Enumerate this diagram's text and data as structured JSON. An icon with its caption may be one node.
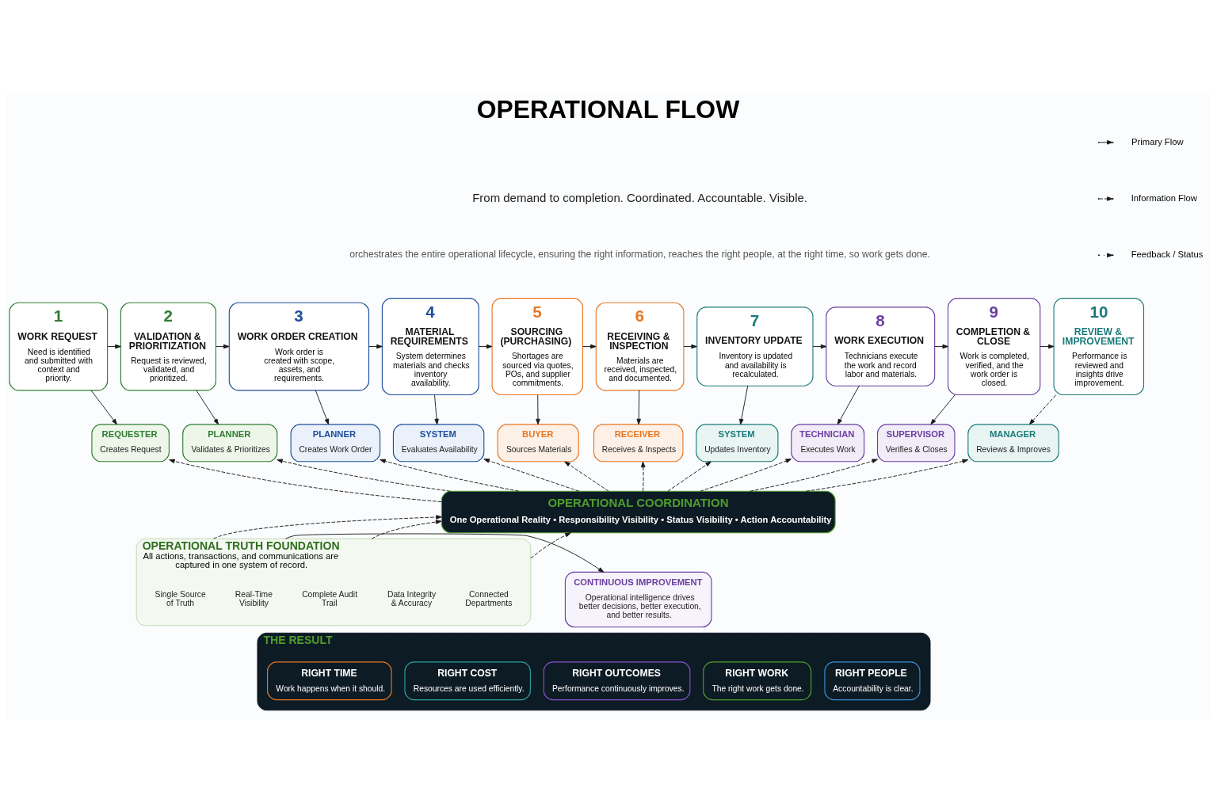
{
  "diagram": {
    "title": "OPERATIONAL FLOW",
    "nodes": [
      {
        "text": [
          "1",
          "WORK REQUEST",
          "Need is identified and submitted with context and priority."
        ]
      },
      {
        "text": [
          "2",
          "VALIDATION & PRIORITIZATION",
          "Request is reviewed, validated, and prioritized."
        ]
      },
      {
        "text": [
          "3",
          "WORK ORDER CREATION",
          "Work order is created with scope, assets, and requirements."
        ]
      },
      {
        "text": [
          "4",
          "MATERIAL REQUIREMENTS",
          "System determines materials and checks inventory availability."
        ]
      },
      {
        "text": [
          "5",
          "SOURCING (PURCHASING)",
          "Shortages are sourced via quotes, POs, and supplier commitments."
        ]
      },
      {
        "text": [
          "6",
          "RECEIVING & INSPECTION",
          "Materials are received, inspected, and documented."
        ]
      },
      {
        "text": [
          "7",
          "INVENTORY UPDATE",
          "Inventory is updated and availability is recalculated."
        ]
      },
      {
        "text": [
          "8",
          "WORK EXECUTION",
          "Technicians execute the work and record labor and materials."
        ]
      },
      {
        "text": [
          "9",
          "COMPLETION & CLOSE",
          "Work is completed, verified, and the work order is closed."
        ]
      },
      {
        "text": [
          "10",
          "REVIEW & IMPROVEMENT",
          "Performance is reviewed and insights drive improvement."
        ]
      },
      {
        "text": [
          "REQUESTER",
          "Creates Request"
        ]
      },
      {
        "text": [
          "PLANNER",
          "Validates & Prioritizes"
        ]
      },
      {
        "text": [
          "PLANNER",
          "Creates Work Order"
        ]
      },
      {
        "text": [
          "SYSTEM",
          "Evaluates Availability"
        ]
      },
      {
        "text": [
          "BUYER",
          "Sources Materials"
        ]
      },
      {
        "text": [
          "RECEIVER",
          "Receives & Inspects"
        ]
      },
      {
        "text": [
          "SYSTEM",
          "Updates Inventory"
        ]
      },
      {
        "text": [
          "TECHNICIAN",
          "Executes Work"
        ]
      },
      {
        "text": [
          "SUPERVISOR",
          "Verifies & Closes"
        ]
      },
      {
        "text": [
          "MANAGER",
          "Reviews & Improves"
        ]
      },
      {
        "text": [
          "OPERATIONAL COORDINATION",
          "One Operational Reality • Responsibility Visibility • Status Visibility • Action Accountability"
        ]
      },
      {
        "text": [
          "OPERATIONAL TRUTH FOUNDATION",
          "All actions, transactions, and communications are captured in one system of record."
        ]
      },
      {
        "text": [
          "Single Source of Truth"
        ],
        "in": 21
      },
      {
        "text": [
          "Real-Time Visibility"
        ],
        "in": 21
      },
      {
        "text": [
          "Complete Audit Trail"
        ],
        "in": 21
      },
      {
        "text": [
          "Data Integrity & Accuracy"
        ],
        "in": 21
      },
      {
        "text": [
          "Connected Departments"
        ],
        "in": 21
      },
      {
        "text": [
          "CONTINUOUS IMPROVEMENT",
          "Operational intelligence drives better decisions, better execution, and better results."
        ]
      },
      {
        "text": [
          "THE RESULT"
        ]
      },
      {
        "text": [
          "RIGHT WORK",
          "The right work gets done."
        ],
        "in": 28
      },
      {
        "text": [
          "RIGHT PEOPLE",
          "Accountability is clear."
        ],
        "in": 28
      },
      {
        "text": [
          "RIGHT TIME",
          "Work happens when it should."
        ],
        "in": 28
      },
      {
        "text": [
          "RIGHT COST",
          "Resources are used efficiently."
        ],
        "in": 28
      },
      {
        "text": [
          "RIGHT OUTCOMES",
          "Performance continuously improves."
        ],
        "in": 28
      }
    ],
    "edges": [
      {
        "from": 0,
        "to": 1,
        "arrow": "to"
      },
      {
        "from": 1,
        "to": 2,
        "arrow": "to"
      },
      {
        "from": 2,
        "to": 3,
        "arrow": "to"
      },
      {
        "from": 3,
        "to": 4,
        "arrow": "to"
      },
      {
        "from": 4,
        "to": 5,
        "arrow": "to"
      },
      {
        "from": 5,
        "to": 6,
        "arrow": "to"
      },
      {
        "from": 6,
        "to": 7,
        "arrow": "to"
      },
      {
        "from": 7,
        "to": 8,
        "arrow": "to"
      },
      {
        "from": 8,
        "to": 9,
        "arrow": "to"
      },
      {
        "from": 0,
        "to": 10,
        "arrow": "to"
      },
      {
        "from": 1,
        "to": 11,
        "arrow": "to"
      },
      {
        "from": 2,
        "to": 12,
        "arrow": "to"
      },
      {
        "from": 3,
        "to": 13,
        "arrow": "to"
      },
      {
        "from": 4,
        "to": 14,
        "arrow": "to"
      },
      {
        "from": 5,
        "to": 15,
        "arrow": "to"
      },
      {
        "from": 6,
        "to": 16,
        "arrow": "to"
      },
      {
        "from": 7,
        "to": 17,
        "arrow": "to"
      },
      {
        "from": 8,
        "to": 18,
        "arrow": "to"
      },
      {
        "from": 9,
        "to": 19,
        "arrow": "to",
        "style": "dashed"
      },
      {
        "from": 20,
        "to": 10,
        "arrow": "to",
        "style": "dashed"
      },
      {
        "from": 20,
        "to": 11,
        "arrow": "to",
        "style": "dashed"
      },
      {
        "from": 20,
        "to": 12,
        "arrow": "to",
        "style": "dashed"
      },
      {
        "from": 20,
        "to": 13,
        "arrow": "to",
        "style": "dashed"
      },
      {
        "from": 20,
        "to": 14,
        "arrow": "to",
        "style": "dashed"
      },
      {
        "from": 20,
        "to": 15,
        "arrow": "to",
        "style": "dashed"
      },
      {
        "from": 20,
        "to": 16,
        "arrow": "to",
        "style": "dashed"
      },
      {
        "from": 20,
        "to": 17,
        "arrow": "to",
        "style": "dashed"
      },
      {
        "from": 20,
        "to": 18,
        "arrow": "to",
        "style": "dashed"
      },
      {
        "from": 20,
        "to": 19,
        "arrow": "to",
        "style": "dashed"
      },
      {
        "from": 21,
        "to": 20,
        "arrow": "to",
        "style": "dashed"
      },
      {
        "from": 21,
        "to": 20,
        "arrow": "to",
        "style": "dashed"
      },
      {
        "from": 21,
        "to": 20,
        "arrow": "to",
        "style": "dashed"
      },
      {
        "from": 21,
        "to": 27,
        "arrow": "to"
      }
    ],
    "labels": [
      "From demand to completion. Coordinated. Accountable. Visible.",
      "orchestrates the entire operational lifecycle, ensuring the right information, reaches the right people, at the right time, so work gets done."
    ],
    "legend": [
      {
        "text": "Primary Flow"
      },
      {
        "text": "Information Flow"
      },
      {
        "text": "Feedback / Status"
      }
    ]
  }
}
